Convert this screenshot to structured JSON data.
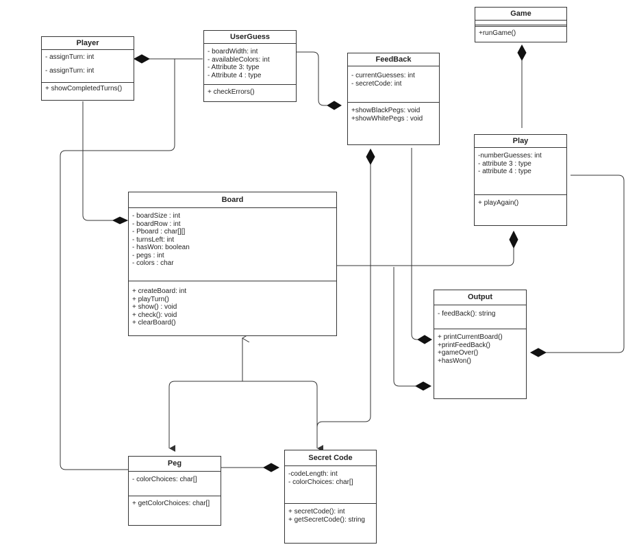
{
  "classes": {
    "game": {
      "name": "Game",
      "attributes": [],
      "operations": [
        "+runGame()"
      ]
    },
    "player": {
      "name": "Player",
      "attributes": [
        "- assignTurn: int",
        "- assignTurn: int"
      ],
      "operations": [
        "+ showCompletedTurns()"
      ]
    },
    "userguess": {
      "name": "UserGuess",
      "attributes": [
        "- boardWidth: int",
        "- availableColors: int",
        "- Attribute 3: type",
        "- Attribute 4 : type"
      ],
      "operations": [
        "+ checkErrors()"
      ]
    },
    "feedback": {
      "name": "FeedBack",
      "attributes": [
        "- currentGuesses: int",
        "- secretCode: int"
      ],
      "operations": [
        "+showBlackPegs: void",
        "+showWhitePegs : void"
      ]
    },
    "play": {
      "name": "Play",
      "attributes": [
        "-numberGuesses: int",
        "- attribute 3 : type",
        "- attribute 4 : type"
      ],
      "operations": [
        "+ playAgain()"
      ]
    },
    "board": {
      "name": "Board",
      "attributes": [
        "- boardSize : int",
        "- boardRow : int",
        "- Pboard : char[][]",
        "- turnsLeft: int",
        "- hasWon: boolean",
        "- pegs : int",
        "- colors : char"
      ],
      "operations": [
        "+ createBoard: int",
        "+ playTurn()",
        "+ show() : void",
        "+ check(): void",
        "+ clearBoard()"
      ]
    },
    "output": {
      "name": "Output",
      "attributes": [
        "- feedBack(): string"
      ],
      "operations": [
        "+ printCurrentBoard()",
        "+printFeedBack()",
        "+gameOver()",
        "+hasWon()"
      ]
    },
    "peg": {
      "name": "Peg",
      "attributes": [
        "- colorChoices: char[]"
      ],
      "operations": [
        "+ getColorChoices: char[]"
      ]
    },
    "secretcode": {
      "name": "Secret Code",
      "attributes": [
        "-codeLength: int",
        "- colorChoices: char[]"
      ],
      "operations": [
        "+ secretCode(): int",
        "+ getSecretCode(): string"
      ]
    }
  }
}
